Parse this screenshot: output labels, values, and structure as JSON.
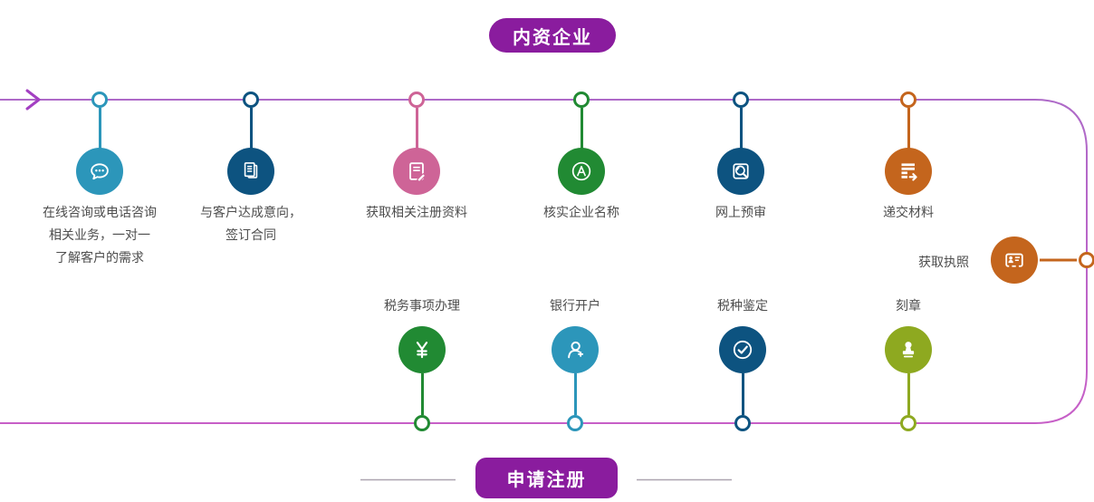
{
  "header_badge": {
    "label": "内资企业"
  },
  "footer_badge": {
    "label": "申请注册"
  },
  "top_steps": [
    {
      "label": "在线咨询或电话咨询\n相关业务，一对一\n了解客户的需求",
      "icon": "chat-bubble-icon",
      "color": "#2C96BA"
    },
    {
      "label": "与客户达成意向，\n签订合同",
      "icon": "contract-documents-icon",
      "color": "#0D5380"
    },
    {
      "label": "获取相关注册资料",
      "icon": "document-pen-icon",
      "color": "#CE6497"
    },
    {
      "label": "核实企业名称",
      "icon": "letter-a-circle-icon",
      "color": "#218A33"
    },
    {
      "label": "网上预审",
      "icon": "document-search-icon",
      "color": "#0D5380"
    },
    {
      "label": "递交材料",
      "icon": "document-submit-arrow-icon",
      "color": "#C4651D"
    }
  ],
  "side_step": {
    "label": "获取执照",
    "icon": "license-card-icon",
    "color": "#C4651D"
  },
  "bottom_steps": [
    {
      "label": "税务事项办理",
      "icon": "yuan-icon",
      "color": "#218A33"
    },
    {
      "label": "银行开户",
      "icon": "person-add-icon",
      "color": "#2C96BA"
    },
    {
      "label": "税种鉴定",
      "icon": "check-circle-icon",
      "color": "#0D5380"
    },
    {
      "label": "刻章",
      "icon": "stamp-icon",
      "color": "#8EA920"
    }
  ],
  "colors": {
    "timeline_purple": "#AE6AC8",
    "timeline_magenta": "#C75FC7",
    "arrow_purple": "#A33FC2",
    "badge_purple": "#8A1C9E",
    "step_text": "#4D4D4D",
    "divider_gray": "#ACA4B0"
  }
}
